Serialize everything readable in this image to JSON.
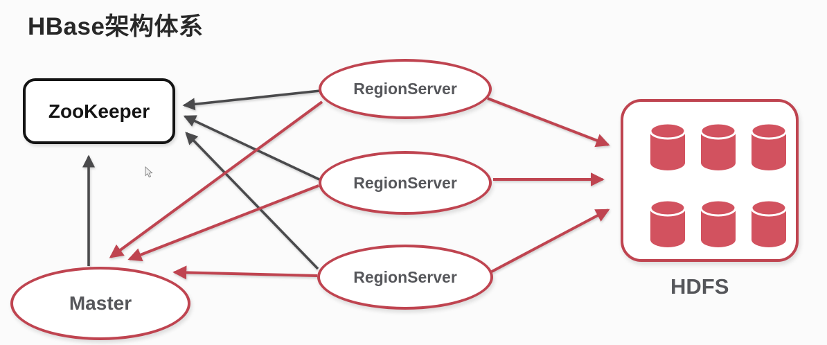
{
  "title": "HBase架构体系",
  "colors": {
    "red_accent": "#bf4450",
    "cylinder_red": "#d2525f",
    "arrow_gray": "#4a4a4c",
    "label_gray": "#56575b",
    "box_border_black": "#141414",
    "background": "#fbfbfb"
  },
  "nodes": {
    "zookeeper": {
      "label": "ZooKeeper",
      "shape": "rounded-rect"
    },
    "region_servers": [
      {
        "label": "RegionServer"
      },
      {
        "label": "RegionServer"
      },
      {
        "label": "RegionServer"
      }
    ],
    "master": {
      "label": "Master",
      "shape": "ellipse"
    },
    "hdfs": {
      "label": "HDFS",
      "shape": "rounded-rect",
      "cylinder_count": 6
    }
  },
  "edges": [
    {
      "from": "Master",
      "to": "ZooKeeper",
      "color": "gray"
    },
    {
      "from": "RegionServer-1",
      "to": "ZooKeeper",
      "color": "gray"
    },
    {
      "from": "RegionServer-2",
      "to": "ZooKeeper",
      "color": "gray"
    },
    {
      "from": "RegionServer-3",
      "to": "ZooKeeper",
      "color": "gray"
    },
    {
      "from": "RegionServer-1",
      "to": "Master",
      "color": "red"
    },
    {
      "from": "RegionServer-2",
      "to": "Master",
      "color": "red"
    },
    {
      "from": "RegionServer-3",
      "to": "Master",
      "color": "red"
    },
    {
      "from": "RegionServer-1",
      "to": "HDFS",
      "color": "red"
    },
    {
      "from": "RegionServer-2",
      "to": "HDFS",
      "color": "red"
    },
    {
      "from": "RegionServer-3",
      "to": "HDFS",
      "color": "red"
    }
  ]
}
